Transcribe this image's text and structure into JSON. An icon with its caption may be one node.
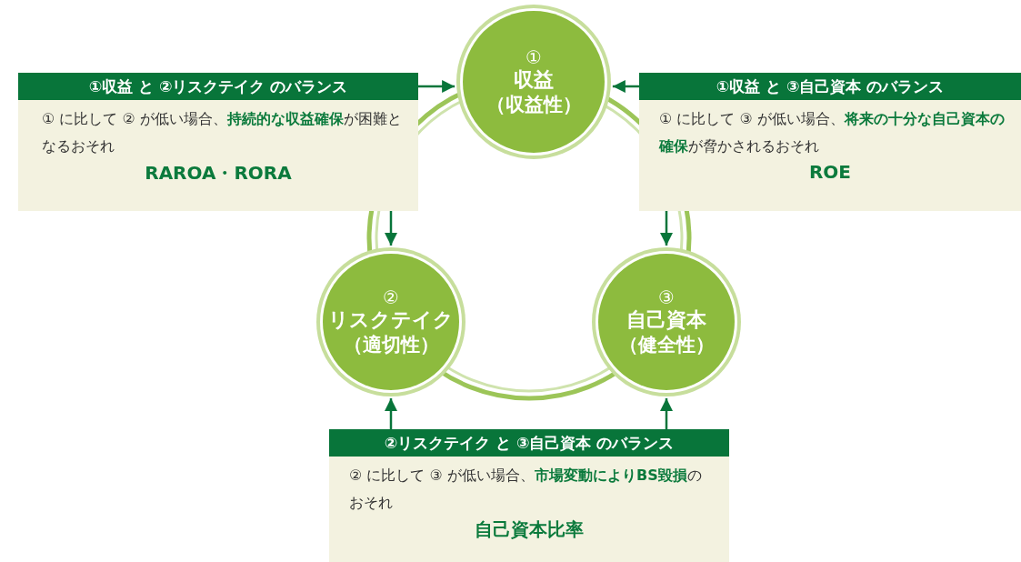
{
  "diagram": {
    "nodes": [
      {
        "text": [
          "①",
          "収益",
          "（収益性）"
        ]
      },
      {
        "text": [
          "②",
          "リスクテイク",
          "（適切性）"
        ]
      },
      {
        "text": [
          "③",
          "自己資本",
          "（健全性）"
        ]
      },
      {
        "text": [
          "①収益 と ②リスクテイク のバランス",
          "① に比して ② が低い場合、**持続的な収益確保**が困難となるおそれ",
          "RAROA・RORA"
        ]
      },
      {
        "text": [
          "①収益 と ③自己資本 のバランス",
          "① に比して ③ が低い場合、**将来の十分な自己資本の確保**が脅かされるおそれ",
          "ROE"
        ]
      },
      {
        "text": [
          "②リスクテイク と ③自己資本 のバランス",
          "② に比して ③ が低い場合、**市場変動によりBS毀損**のおそれ",
          "自己資本比率"
        ]
      }
    ],
    "edges": [
      {
        "from": 3,
        "to": 0,
        "arrow": "to"
      },
      {
        "from": 3,
        "to": 1,
        "arrow": "to"
      },
      {
        "from": 4,
        "to": 0,
        "arrow": "to"
      },
      {
        "from": 4,
        "to": 2,
        "arrow": "to"
      },
      {
        "from": 5,
        "to": 1,
        "arrow": "to"
      },
      {
        "from": 5,
        "to": 2,
        "arrow": "to"
      }
    ]
  }
}
